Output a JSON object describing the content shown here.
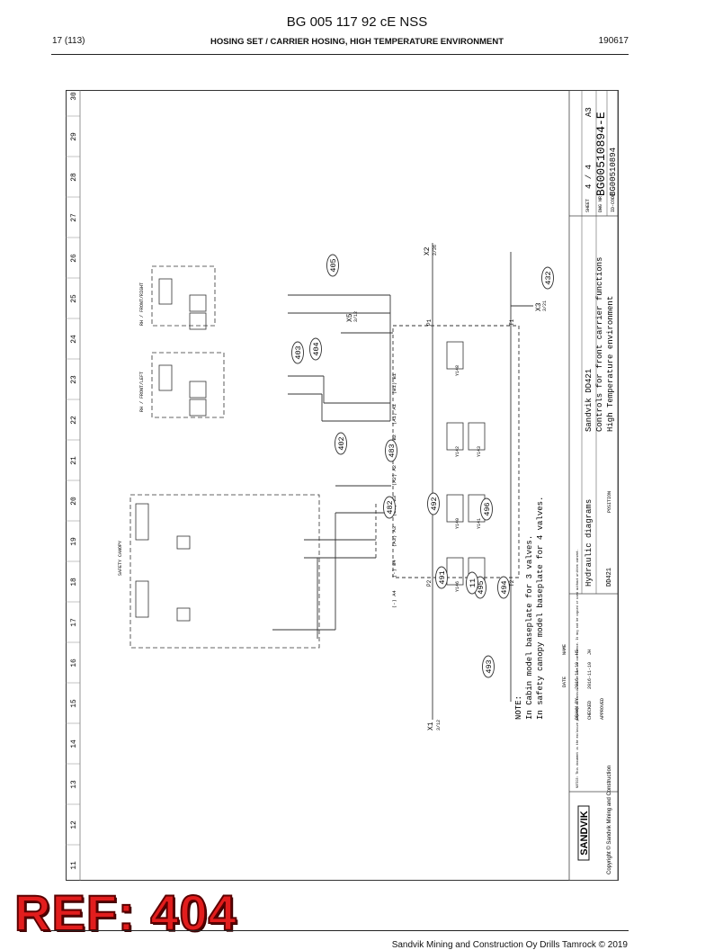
{
  "document": {
    "code": "BG 005 117 92 cE NSS",
    "page": "17 (113)",
    "section": "HOSING SET / CARRIER HOSING, HIGH TEMPERATURE ENVIRONMENT",
    "date": "190617"
  },
  "drawing": {
    "grid_numbers": [
      "11",
      "12",
      "13",
      "14",
      "15",
      "16",
      "17",
      "18",
      "19",
      "20",
      "21",
      "22",
      "23",
      "24",
      "25",
      "26",
      "27",
      "28",
      "29",
      "30"
    ],
    "title_block": {
      "brand": "SANDVIK",
      "copyright": "Copyright © Sandvik Mining and Construction",
      "notice": "NOTICE: This document is the exclusive property of Sandvik and is lent in confidence. It may not be copied or used without written consent.",
      "drawn_by_label": "DRAWN BY",
      "drawn_date": "2016-11-10",
      "drawn_name": "HS",
      "checked_label": "CHECKED",
      "checked_date": "2016-11-10",
      "checked_name": "JH",
      "approved_label": "APPROVED",
      "date_label": "DATE",
      "name_label": "NAME",
      "diagram_type": "Hydraulic diagrams",
      "model": "DD421",
      "position_label": "POSITION",
      "title_1": "Sandvik DD421",
      "title_2": "Controls for front carrier functions",
      "title_3": "High Temperature environment",
      "sheet_label": "SHEET",
      "sheet": "4 / 4",
      "size": "A3",
      "dwg_label": "DWG NR",
      "dwg_no": "BG00510894-E",
      "id_label": "ID-CODE",
      "id_code": "BG00510894"
    },
    "note": {
      "label": "NOTE:",
      "line1": "In Cabin model baseplate for 3 valves.",
      "line2": "In safety canopy model baseplate for 4 valves."
    },
    "ports": {
      "x1": "X1",
      "x1_ref": "3/12",
      "x2": "X2",
      "x2_ref": "2/26",
      "x3": "X3",
      "x3_ref": "3/21",
      "x5": "X5",
      "x5_ref": "3/12",
      "p1": "P1",
      "p2": "P2",
      "t1": "T1",
      "t2": "T2"
    },
    "groups": {
      "front_right": "RH / FRONT/RIGHT",
      "front_left": "RH / FRONT/LEFT",
      "safety_canopy": "SAFETY CANOPY"
    },
    "callouts": [
      "405",
      "403",
      "404",
      "402",
      "483",
      "482",
      "492",
      "496",
      "494",
      "495",
      "11",
      "491",
      "493",
      "432"
    ],
    "valves": [
      "Y148",
      "Y142",
      "Y143",
      "Y140",
      "Y141",
      "Y149",
      "Y146"
    ],
    "port_labels": [
      "(B1) B1",
      "(A1) A1",
      "(B2) B2",
      "(A2) A2",
      "(B3) B3",
      "(A3) A3",
      "(-) B4",
      "(-) A4"
    ],
    "options": [
      "OPTION",
      "OPTION",
      "OPTION",
      "OPTION"
    ],
    "hose_sizes": [
      "6",
      "6",
      "6",
      "6",
      "6",
      "6",
      "6",
      "6",
      "6",
      "6",
      "4",
      "4",
      "4",
      "8",
      "8",
      "8"
    ],
    "ref_stamp": "REF: 404"
  },
  "footer": {
    "company": "Sandvik Mining and Construction Oy Drills Tamrock © 2019"
  }
}
